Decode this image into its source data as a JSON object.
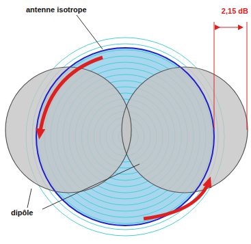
{
  "diagram": {
    "labels": [
      "antenne isotrope",
      "dipôle",
      "2,15 dB"
    ]
  }
}
